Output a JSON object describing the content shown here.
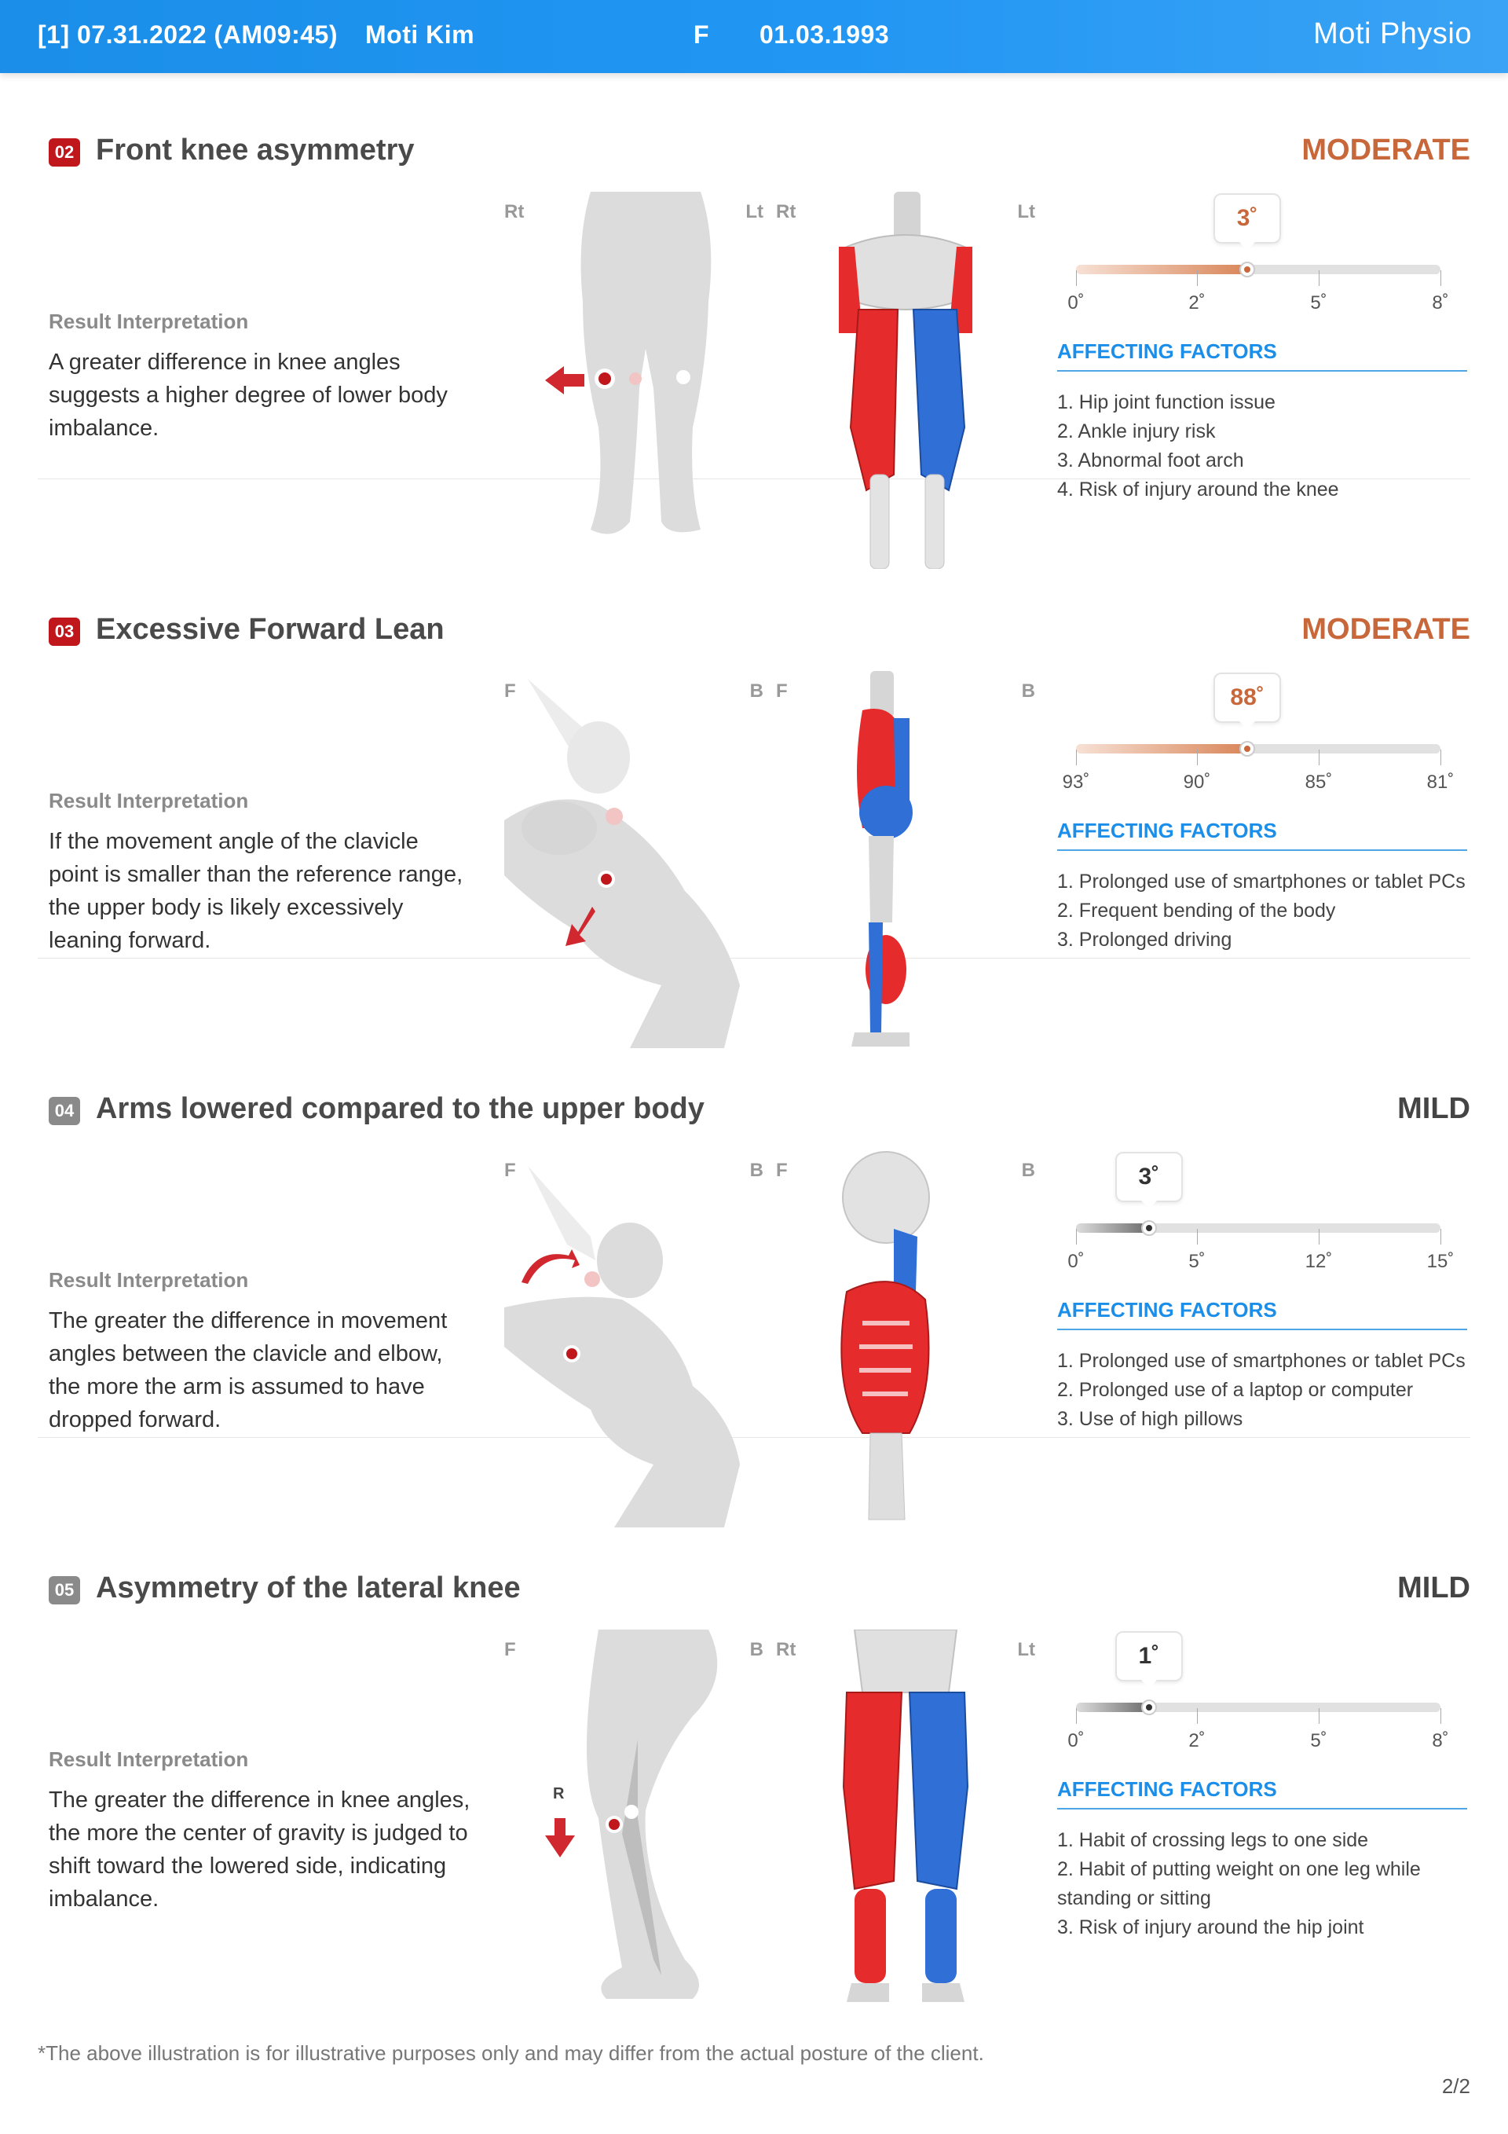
{
  "header": {
    "session": "[1] 07.31.2022 (AM09:45)",
    "name": "Moti Kim",
    "gender": "F",
    "dob": "01.03.1993",
    "brand": "Moti Physio"
  },
  "colors": {
    "header_blue": "#2196f3",
    "moderate": "#c8683a",
    "mild": "#444444",
    "factor_blue": "#1a8ee8",
    "muscle_red": "#e52b2b",
    "muscle_blue": "#2f6fd6"
  },
  "sections": [
    {
      "number": "02",
      "title": "Front knee asymmetry",
      "severity": "MODERATE",
      "interp_label": "Result Interpretation",
      "interp_text": "A greater difference in knee angles suggests a higher degree of lower body imbalance.",
      "fig1": {
        "left": "Rt",
        "right": "Lt"
      },
      "fig2": {
        "left": "Rt",
        "right": "Lt"
      },
      "gauge": {
        "value_label": "3˚",
        "ticks": [
          "0˚",
          "2˚",
          "5˚",
          "8˚"
        ],
        "value_fraction": 0.47
      },
      "factors_title": "AFFECTING FACTORS",
      "factors": [
        "1. Hip joint function issue",
        "2. Ankle injury risk",
        "3. Abnormal foot arch",
        "4. Risk of injury around the knee"
      ]
    },
    {
      "number": "03",
      "title": "Excessive Forward Lean",
      "severity": "MODERATE",
      "interp_label": "Result Interpretation",
      "interp_text": "If the movement angle of the clavicle point is smaller than the reference range, the upper body is likely excessively leaning forward.",
      "fig1": {
        "left": "F",
        "right": "B"
      },
      "fig2": {
        "left": "F",
        "right": "B"
      },
      "gauge": {
        "value_label": "88˚",
        "ticks": [
          "93˚",
          "90˚",
          "85˚",
          "81˚"
        ],
        "value_fraction": 0.47
      },
      "factors_title": "AFFECTING FACTORS",
      "factors": [
        "1. Prolonged use of smartphones or tablet PCs",
        "2. Frequent bending of the body",
        "3. Prolonged driving"
      ]
    },
    {
      "number": "04",
      "title": "Arms lowered compared to the upper body",
      "severity": "MILD",
      "interp_label": "Result Interpretation",
      "interp_text": "The greater the difference in movement angles between the clavicle and elbow, the more the arm is assumed to have dropped forward.",
      "fig1": {
        "left": "F",
        "right": "B"
      },
      "fig2": {
        "left": "F",
        "right": "B"
      },
      "gauge": {
        "value_label": "3˚",
        "ticks": [
          "0˚",
          "5˚",
          "12˚",
          "15˚"
        ],
        "value_fraction": 0.2
      },
      "factors_title": "AFFECTING FACTORS",
      "factors": [
        "1. Prolonged use of smartphones or tablet PCs",
        "2. Prolonged use of a laptop or computer",
        "3. Use of high pillows"
      ]
    },
    {
      "number": "05",
      "title": "Asymmetry of the lateral knee",
      "severity": "MILD",
      "interp_label": "Result Interpretation",
      "interp_text": "The greater the difference in knee angles, the more the center of gravity is judged to shift toward the lowered side, indicating imbalance.",
      "fig1": {
        "left": "F",
        "right": "B",
        "marker": "R"
      },
      "fig2": {
        "left": "Rt",
        "right": "Lt"
      },
      "gauge": {
        "value_label": "1˚",
        "ticks": [
          "0˚",
          "2˚",
          "5˚",
          "8˚"
        ],
        "value_fraction": 0.2
      },
      "factors_title": "AFFECTING FACTORS",
      "factors": [
        "1. Habit of crossing legs to one side",
        "2. Habit of putting weight on one leg while standing or sitting",
        "3. Risk of injury around the hip joint"
      ]
    }
  ],
  "footnote": "*The above illustration is for illustrative purposes only and may differ from the actual posture of the client.",
  "page_number": "2/2"
}
